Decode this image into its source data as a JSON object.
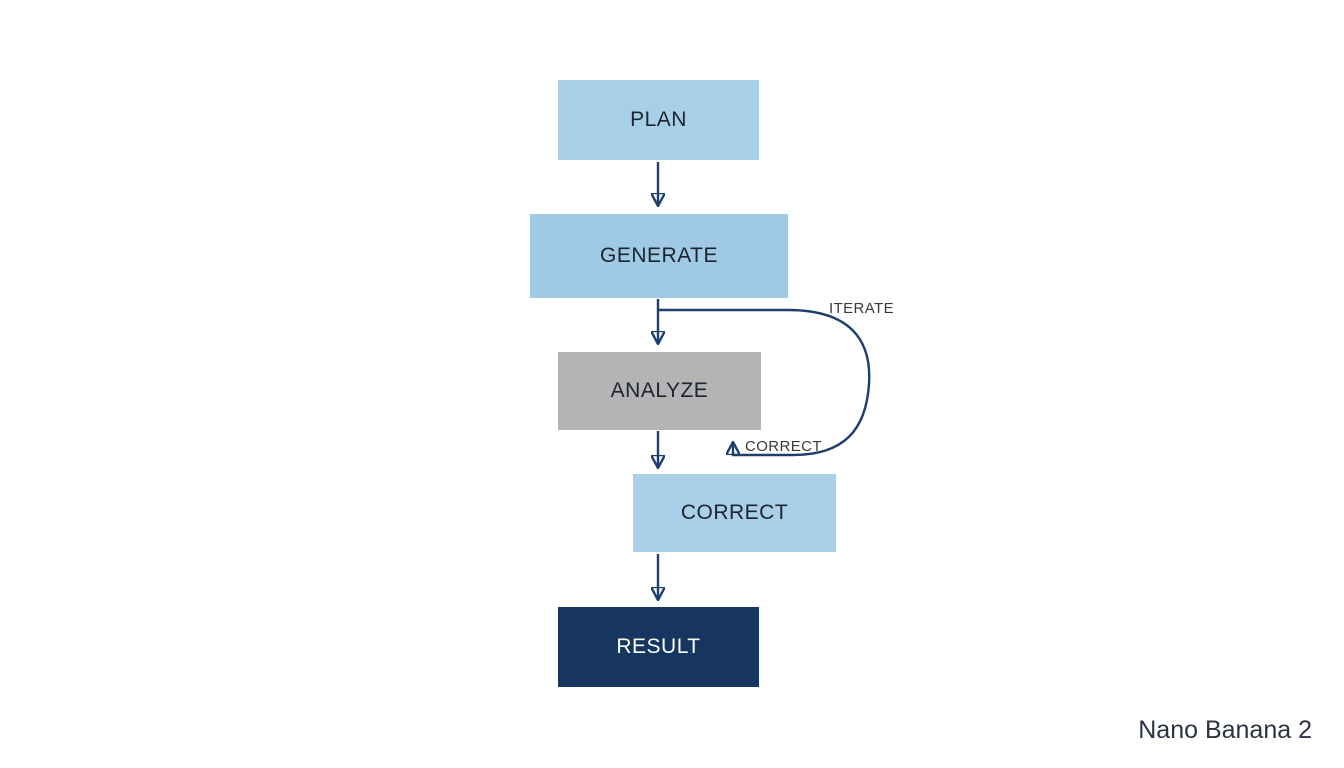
{
  "diagram": {
    "type": "flowchart",
    "nodes": [
      {
        "id": "plan",
        "label": "PLAN",
        "fill": "#a7cfe8",
        "text_color": "#1c2430"
      },
      {
        "id": "generate",
        "label": "GENERATE",
        "fill": "#9fc9e4",
        "text_color": "#1c2430"
      },
      {
        "id": "analyze",
        "label": "ANALYZE",
        "fill": "#b5b4b5",
        "text_color": "#1c2430"
      },
      {
        "id": "correct",
        "label": "CORRECT",
        "fill": "#a9d0e8",
        "text_color": "#1c2430"
      },
      {
        "id": "result",
        "label": "RESULT",
        "fill": "#17365f",
        "text_color": "#ffffff"
      }
    ],
    "edges": [
      {
        "from": "plan",
        "to": "generate"
      },
      {
        "from": "generate",
        "to": "analyze"
      },
      {
        "from": "analyze",
        "to": "correct"
      },
      {
        "from": "correct",
        "to": "result"
      },
      {
        "from": "generate",
        "to": "analyze",
        "type": "loop",
        "label": "ITERATE"
      }
    ],
    "loop_labels": {
      "iterate": "ITERATE",
      "correct": "CORRECT"
    },
    "arrow_color": "#1d3f6e"
  },
  "footer": {
    "watermark": "Nano Banana 2"
  }
}
